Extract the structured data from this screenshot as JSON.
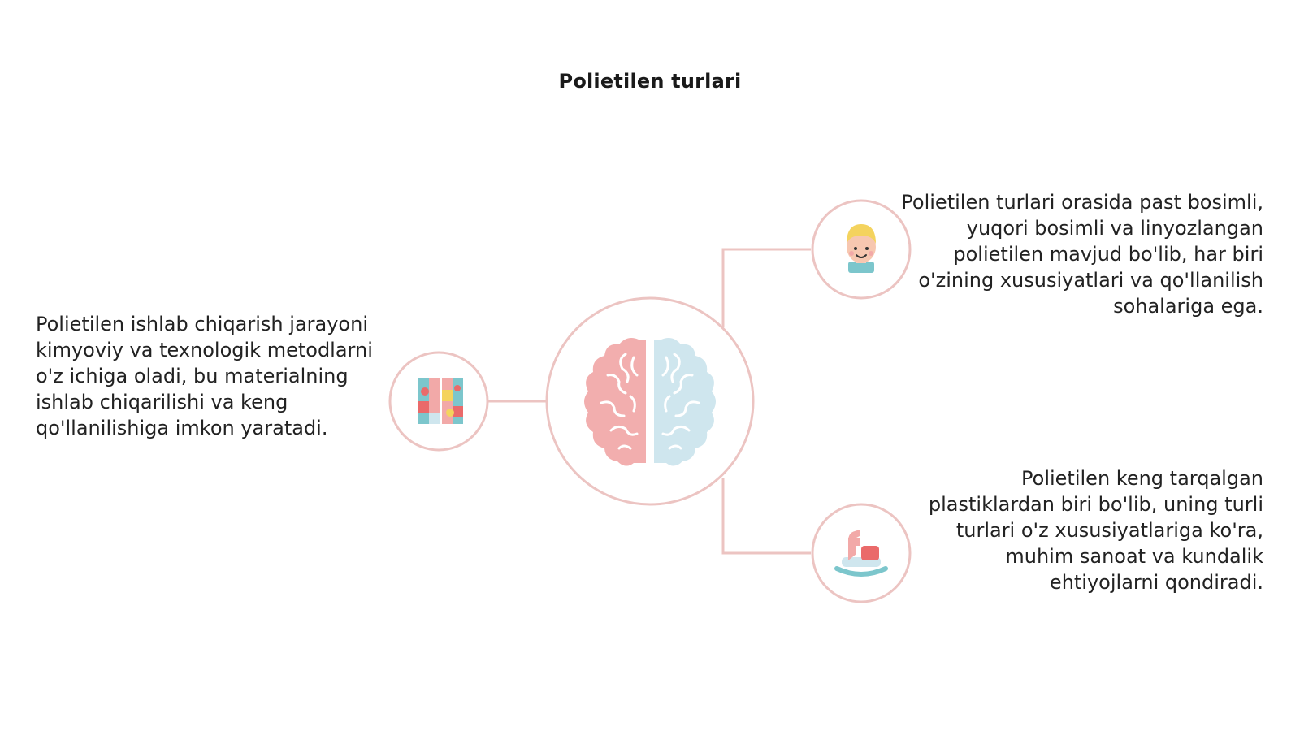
{
  "title": "Polietilen turlari",
  "colors": {
    "line": "#ecc4c2",
    "pink": "#f2a9a8",
    "light_blue": "#cfe6ee",
    "teal": "#7cc6cc",
    "yellow": "#f4d35e",
    "red": "#ea6a6a"
  },
  "center": {
    "icon": "brain-icon"
  },
  "nodes": {
    "left": {
      "icon": "puzzle-blocks-icon",
      "text": "Polietilen ishlab chiqarish jarayoni kimyoviy va texnologik metodlarni o'z ichiga oladi, bu materialning ishlab chiqarilishi va keng qo'llanilishiga imkon yaratadi."
    },
    "top_right": {
      "icon": "child-face-icon",
      "text": "Polietilen turlari orasida past bosimli, yuqori bosimli va linyozlangan polietilen mavjud bo'lib, har biri o'zining xususiyatlari va qo'llanilish sohalariga ega."
    },
    "bottom_right": {
      "icon": "rocking-horse-icon",
      "text": "Polietilen keng tarqalgan plastiklardan biri bo'lib, uning turli turlari o'z xususiyatlariga ko'ra, muhim sanoat va kundalik ehtiyojlarni qondiradi."
    }
  }
}
